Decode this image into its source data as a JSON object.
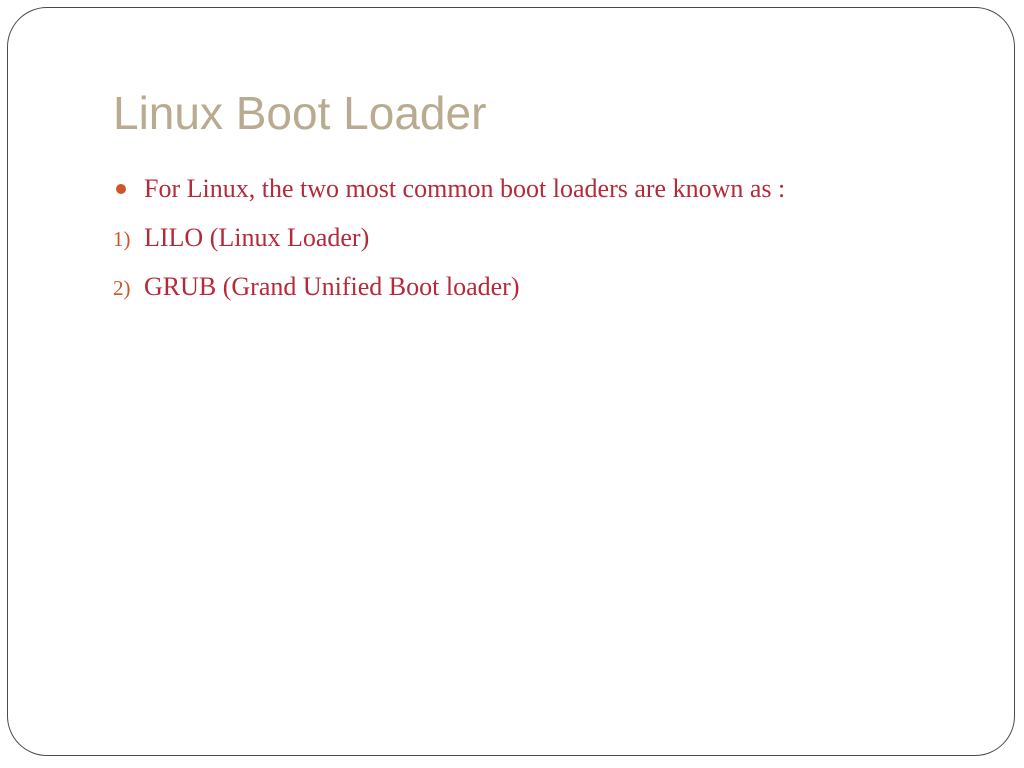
{
  "slide": {
    "title": "Linux Boot Loader",
    "bullet": {
      "text": "For Linux, the two most common boot loaders are known as :"
    },
    "numbered_items": [
      {
        "marker": "1)",
        "text": "LILO (Linux Loader)"
      },
      {
        "marker": "2)",
        "text": "GRUB (Grand Unified Boot loader)"
      }
    ]
  },
  "colors": {
    "title": "#b8ab8f",
    "body_text": "#b52a3a",
    "marker": "#d0542a",
    "frame_border": "#4a4a4a"
  }
}
